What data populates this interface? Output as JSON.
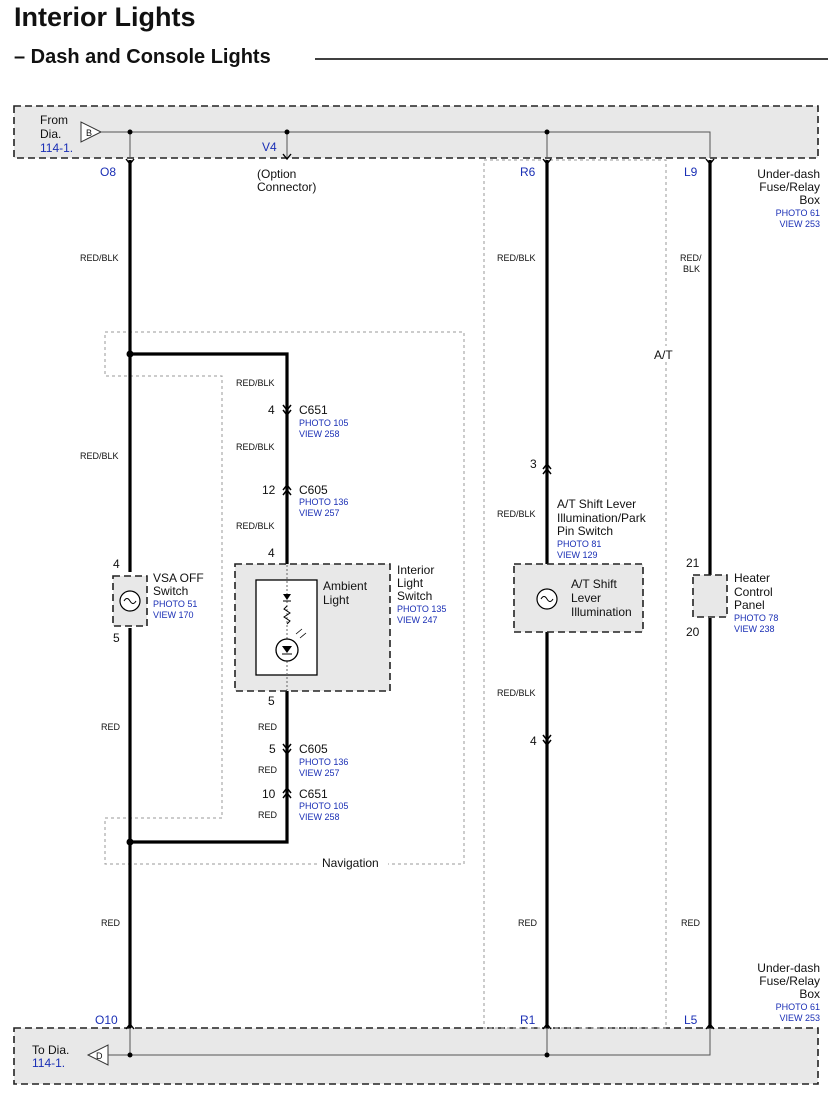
{
  "title": "Interior Lights",
  "subtitle": "– Dash and Console Lights",
  "top_box": {
    "from": "From",
    "dia": "Dia.",
    "ref": "114-1.",
    "connector": "B"
  },
  "bottom_box": {
    "to": "To Dia.",
    "ref": "114-1.",
    "connector": "D"
  },
  "terminals": {
    "o8": "O8",
    "v4": "V4",
    "r6": "R6",
    "l9": "L9",
    "o10": "O10",
    "r1": "R1",
    "l5": "L5"
  },
  "option_connector": [
    "(Option",
    "Connector)"
  ],
  "fuse_top": {
    "lines": [
      "Under-dash",
      "Fuse/Relay",
      "Box"
    ],
    "photo": "PHOTO 61",
    "view": "VIEW 253"
  },
  "fuse_bottom": {
    "lines": [
      "Under-dash",
      "Fuse/Relay",
      "Box"
    ],
    "photo": "PHOTO 61",
    "view": "VIEW 253"
  },
  "wires": {
    "left_top": "RED/BLK",
    "left_mid": "RED/BLK",
    "left_low": "RED",
    "left_bottom": "RED",
    "nav_1": "RED/BLK",
    "nav_2": "RED/BLK",
    "nav_3": "RED/BLK",
    "nav_4": "RED",
    "nav_5": "RED",
    "nav_6": "RED",
    "at_top": "RED/BLK",
    "at_mid": "RED/BLK",
    "at_low": "RED/BLK",
    "at_bottom": "RED",
    "right_top_1": "RED/",
    "right_top_2": "BLK",
    "right_bottom": "RED"
  },
  "connectors": {
    "c651_top": {
      "pin": "4",
      "name": "C651",
      "photo": "PHOTO 105",
      "view": "VIEW 258"
    },
    "c605_top": {
      "pin": "12",
      "name": "C605",
      "photo": "PHOTO 136",
      "view": "VIEW 257"
    },
    "c605_bot": {
      "pin": "5",
      "name": "C605",
      "photo": "PHOTO 136",
      "view": "VIEW 257"
    },
    "c651_bot": {
      "pin": "10",
      "name": "C651",
      "photo": "PHOTO 105",
      "view": "VIEW 258"
    },
    "at_3": "3",
    "at_4": "4"
  },
  "vsa": {
    "lines": [
      "VSA OFF",
      "Switch"
    ],
    "photo": "PHOTO 51",
    "view": "VIEW 170",
    "pin_top": "4",
    "pin_bot": "5"
  },
  "ambient": {
    "lines": [
      "Ambient",
      "Light"
    ],
    "pin_top": "4",
    "pin_bot": "5"
  },
  "interior_switch": {
    "lines": [
      "Interior",
      "Light",
      "Switch"
    ],
    "photo": "PHOTO 135",
    "view": "VIEW 247"
  },
  "at_switch": {
    "lines": [
      "A/T Shift Lever",
      "Illumination/Park",
      "Pin Switch"
    ],
    "photo": "PHOTO 81",
    "view": "VIEW 129"
  },
  "at_illum": {
    "lines": [
      "A/T Shift",
      "Lever",
      "Illumination"
    ]
  },
  "heater": {
    "lines": [
      "Heater",
      "Control",
      "Panel"
    ],
    "photo": "PHOTO 78",
    "view": "VIEW 238",
    "pin_top": "21",
    "pin_bot": "20"
  },
  "navigation": "Navigation",
  "at_label": "A/T"
}
